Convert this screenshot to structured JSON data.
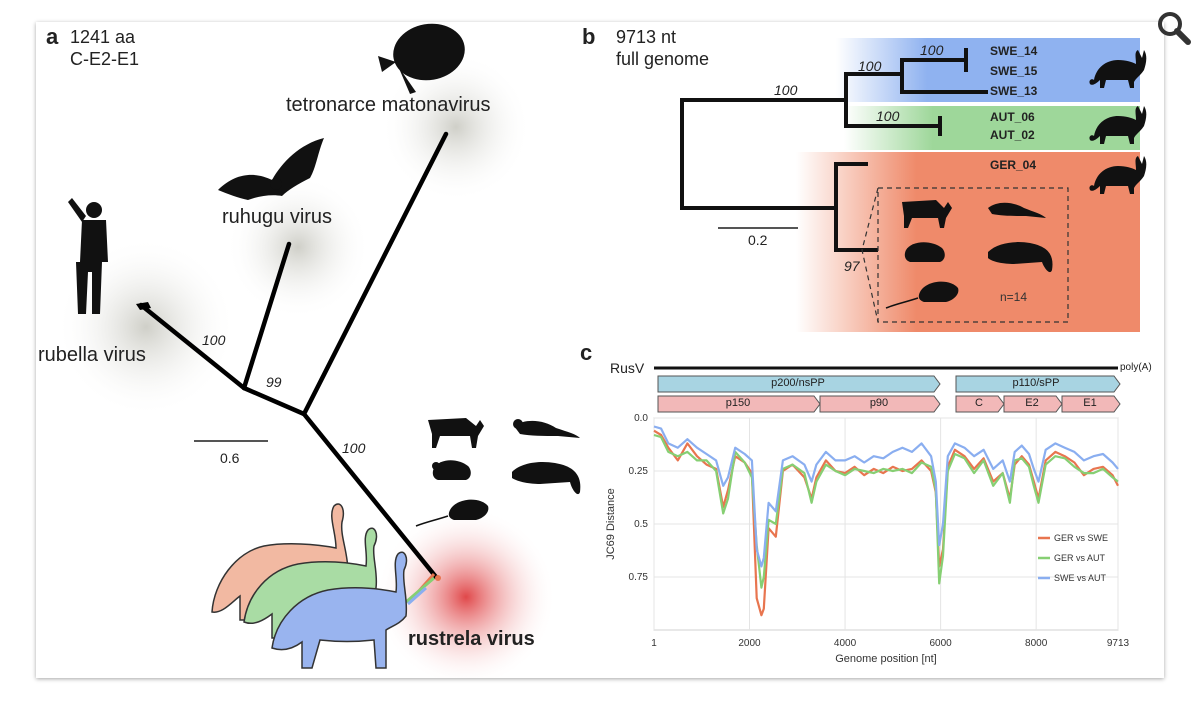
{
  "panel_a": {
    "letter": "a",
    "subtitle": [
      "1241 aa",
      "C-E2-E1"
    ],
    "viruses": {
      "tetronarce": "tetronarce matonavirus",
      "ruhugu": "ruhugu virus",
      "rubella": "rubella virus",
      "rustrela": "rustrela virus"
    },
    "support": [
      "100",
      "99",
      "100"
    ],
    "scale": "0.6"
  },
  "panel_b": {
    "letter": "b",
    "subtitle": [
      "9713 nt",
      "full genome"
    ],
    "tips": [
      "SWE_14",
      "SWE_15",
      "SWE_13",
      "AUT_06",
      "AUT_02",
      "GER_04"
    ],
    "support": [
      "100",
      "100",
      "100",
      "100",
      "97"
    ],
    "scale": "0.2",
    "count": "n=14",
    "colors": {
      "swe": "#8fb2f0",
      "aut": "#9ed79a",
      "ger": "#ef8a6a"
    }
  },
  "panel_c": {
    "letter": "c",
    "genome_label": "RusV",
    "polya": "poly(A)",
    "genes_top": [
      "p200/nsPP",
      "p110/sPP"
    ],
    "genes_bottom": [
      "p150",
      "p90",
      "C",
      "E2",
      "E1"
    ]
  },
  "chart_data": {
    "type": "line",
    "xlabel": "Genome position [nt]",
    "ylabel": "JC69 Distance",
    "xlim": [
      1,
      9713
    ],
    "ylim": [
      0,
      1.0
    ],
    "y_reversed": true,
    "x_ticks": [
      "1",
      "2000",
      "4000",
      "6000",
      "8000",
      "9713"
    ],
    "y_ticks": [
      "0.0",
      "0.25",
      "0.5",
      "0.75"
    ],
    "grid": true,
    "legend_position": "bottom-right",
    "series": [
      {
        "name": "GER vs SWE",
        "color": "#e8754f",
        "x": [
          1,
          150,
          300,
          500,
          700,
          900,
          1100,
          1300,
          1450,
          1550,
          1700,
          1900,
          2050,
          2150,
          2250,
          2300,
          2400,
          2550,
          2700,
          2900,
          3150,
          3300,
          3400,
          3600,
          3800,
          4000,
          4200,
          4400,
          4600,
          4800,
          5000,
          5200,
          5400,
          5600,
          5800,
          5900,
          5970,
          6050,
          6150,
          6300,
          6500,
          6700,
          6900,
          7100,
          7300,
          7450,
          7550,
          7700,
          7850,
          7950,
          8050,
          8200,
          8400,
          8600,
          8800,
          9000,
          9200,
          9400,
          9600,
          9713
        ],
        "y": [
          0.06,
          0.08,
          0.14,
          0.2,
          0.12,
          0.18,
          0.22,
          0.24,
          0.42,
          0.34,
          0.18,
          0.21,
          0.26,
          0.85,
          0.93,
          0.9,
          0.52,
          0.56,
          0.25,
          0.22,
          0.28,
          0.38,
          0.28,
          0.2,
          0.25,
          0.26,
          0.23,
          0.27,
          0.24,
          0.26,
          0.23,
          0.25,
          0.24,
          0.2,
          0.25,
          0.35,
          0.7,
          0.62,
          0.23,
          0.15,
          0.18,
          0.24,
          0.19,
          0.3,
          0.26,
          0.38,
          0.22,
          0.18,
          0.22,
          0.3,
          0.38,
          0.2,
          0.16,
          0.18,
          0.21,
          0.27,
          0.24,
          0.23,
          0.27,
          0.32
        ]
      },
      {
        "name": "GER vs AUT",
        "color": "#86cf73",
        "x": [
          1,
          150,
          300,
          500,
          700,
          900,
          1100,
          1300,
          1450,
          1550,
          1700,
          1900,
          2050,
          2150,
          2250,
          2300,
          2400,
          2550,
          2700,
          2900,
          3150,
          3300,
          3400,
          3600,
          3800,
          4000,
          4200,
          4400,
          4600,
          4800,
          5000,
          5200,
          5400,
          5600,
          5800,
          5900,
          5970,
          6050,
          6150,
          6300,
          6500,
          6700,
          6900,
          7100,
          7300,
          7450,
          7550,
          7700,
          7850,
          7950,
          8050,
          8200,
          8400,
          8600,
          8800,
          9000,
          9200,
          9400,
          9600,
          9713
        ],
        "y": [
          0.08,
          0.09,
          0.16,
          0.18,
          0.16,
          0.2,
          0.2,
          0.25,
          0.45,
          0.38,
          0.16,
          0.21,
          0.28,
          0.6,
          0.8,
          0.75,
          0.48,
          0.5,
          0.24,
          0.22,
          0.26,
          0.4,
          0.3,
          0.22,
          0.25,
          0.27,
          0.24,
          0.25,
          0.26,
          0.24,
          0.25,
          0.24,
          0.26,
          0.21,
          0.23,
          0.34,
          0.78,
          0.65,
          0.25,
          0.17,
          0.19,
          0.26,
          0.2,
          0.32,
          0.26,
          0.4,
          0.2,
          0.19,
          0.23,
          0.32,
          0.4,
          0.22,
          0.18,
          0.19,
          0.23,
          0.26,
          0.26,
          0.24,
          0.28,
          0.3
        ]
      },
      {
        "name": "SWE vs AUT",
        "color": "#8aaef0",
        "x": [
          1,
          150,
          300,
          500,
          700,
          900,
          1100,
          1300,
          1450,
          1550,
          1700,
          1900,
          2050,
          2150,
          2250,
          2300,
          2400,
          2550,
          2700,
          2900,
          3150,
          3300,
          3400,
          3600,
          3800,
          4000,
          4200,
          4400,
          4600,
          4800,
          5000,
          5200,
          5400,
          5600,
          5800,
          5900,
          5970,
          6050,
          6150,
          6300,
          6500,
          6700,
          6900,
          7100,
          7300,
          7450,
          7550,
          7700,
          7850,
          7950,
          8050,
          8200,
          8400,
          8600,
          8800,
          9000,
          9200,
          9400,
          9600,
          9713
        ],
        "y": [
          0.04,
          0.05,
          0.12,
          0.14,
          0.1,
          0.14,
          0.17,
          0.2,
          0.32,
          0.28,
          0.14,
          0.17,
          0.2,
          0.62,
          0.7,
          0.66,
          0.4,
          0.44,
          0.2,
          0.18,
          0.22,
          0.3,
          0.22,
          0.16,
          0.2,
          0.2,
          0.18,
          0.21,
          0.18,
          0.19,
          0.16,
          0.14,
          0.16,
          0.12,
          0.18,
          0.3,
          0.6,
          0.5,
          0.18,
          0.12,
          0.14,
          0.18,
          0.15,
          0.24,
          0.2,
          0.3,
          0.16,
          0.13,
          0.17,
          0.24,
          0.3,
          0.15,
          0.12,
          0.14,
          0.16,
          0.2,
          0.18,
          0.17,
          0.21,
          0.24
        ]
      }
    ]
  }
}
